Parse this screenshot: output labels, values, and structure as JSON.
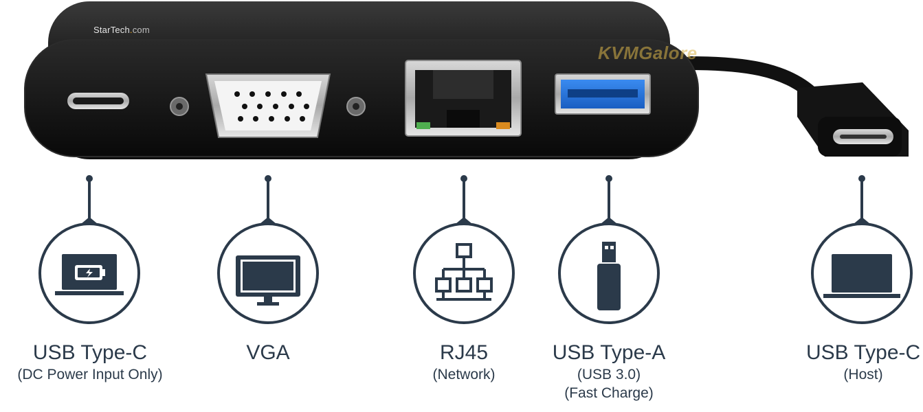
{
  "device": {
    "brand": "StarTech",
    "brand_dot": ".",
    "brand_tail": "com",
    "watermark": "KVMGalore"
  },
  "ports": [
    {
      "main": "USB Type-C",
      "sub1": "(DC Power Input Only)",
      "sub2": "",
      "icon": "laptop-battery-icon"
    },
    {
      "main": "VGA",
      "sub1": "",
      "sub2": "",
      "icon": "monitor-icon"
    },
    {
      "main": "RJ45",
      "sub1": "(Network)",
      "sub2": "",
      "icon": "network-icon"
    },
    {
      "main": "USB Type-A",
      "sub1": "(USB 3.0)",
      "sub2": "(Fast Charge)",
      "icon": "usb-drive-icon"
    },
    {
      "main": "USB Type-C",
      "sub1": "(Host)",
      "sub2": "",
      "icon": "laptop-icon"
    }
  ],
  "colors": {
    "icon": "#2b3a4a",
    "device_body": "#1c1c1c",
    "device_face": "#0e0e0e",
    "usb3_blue": "#1f6fd6",
    "brand_dot": "#e8a31a"
  }
}
